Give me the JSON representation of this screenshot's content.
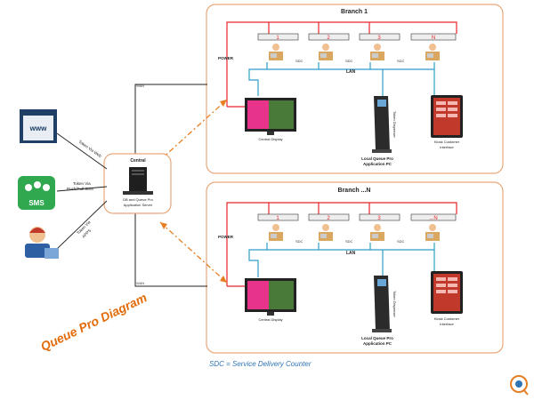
{
  "title": "Queue Pro Diagram",
  "sdc_note": "SDC = Service Delivery Counter",
  "central": {
    "label": "Central",
    "server_label_line1": "DB and Queue Pro",
    "server_label_line2": "Application Server"
  },
  "channels": [
    {
      "icon": "www",
      "label_line1": "Token Via Web",
      "label_line2": ""
    },
    {
      "icon": "SMS",
      "label_line1": "Token Via",
      "label_line2": "Push/Pull SMS"
    },
    {
      "icon": "phone-user",
      "label_line1": "Token Via",
      "label_line2": "APPS"
    }
  ],
  "link_labels": {
    "top": "WAN",
    "bottom": "WAN"
  },
  "branches": [
    {
      "title": "Branch 1",
      "power_label": "POWER",
      "lan_label": "LAN",
      "counters": [
        "1",
        "2",
        "3",
        "N"
      ],
      "sdc_label": "SDC",
      "display_label": "Central Display",
      "dispenser_label": "Token Dispenser",
      "pc_label_line1": "Local Queue Pro",
      "pc_label_line2": "Application PC",
      "kiosk_label_line1": "Kiosk Customer",
      "kiosk_label_line2": "Interface"
    },
    {
      "title": "Branch ...N",
      "power_label": "POWER",
      "lan_label": "LAN",
      "counters": [
        "1",
        "2",
        "3",
        "...N"
      ],
      "sdc_label": "SDC",
      "display_label": "Central Display",
      "dispenser_label": "Token Dispenser",
      "pc_label_line1": "Local Queue Pro",
      "pc_label_line2": "Application PC",
      "kiosk_label_line1": "Kiosk Customer",
      "kiosk_label_line2": "Interface"
    }
  ],
  "colors": {
    "power": "#e8242a",
    "lan": "#2e9ec9",
    "branch_border": "#e9a67a",
    "dashed_link": "#e67e22",
    "title": "#e36c0a",
    "note": "#2e75b6"
  }
}
